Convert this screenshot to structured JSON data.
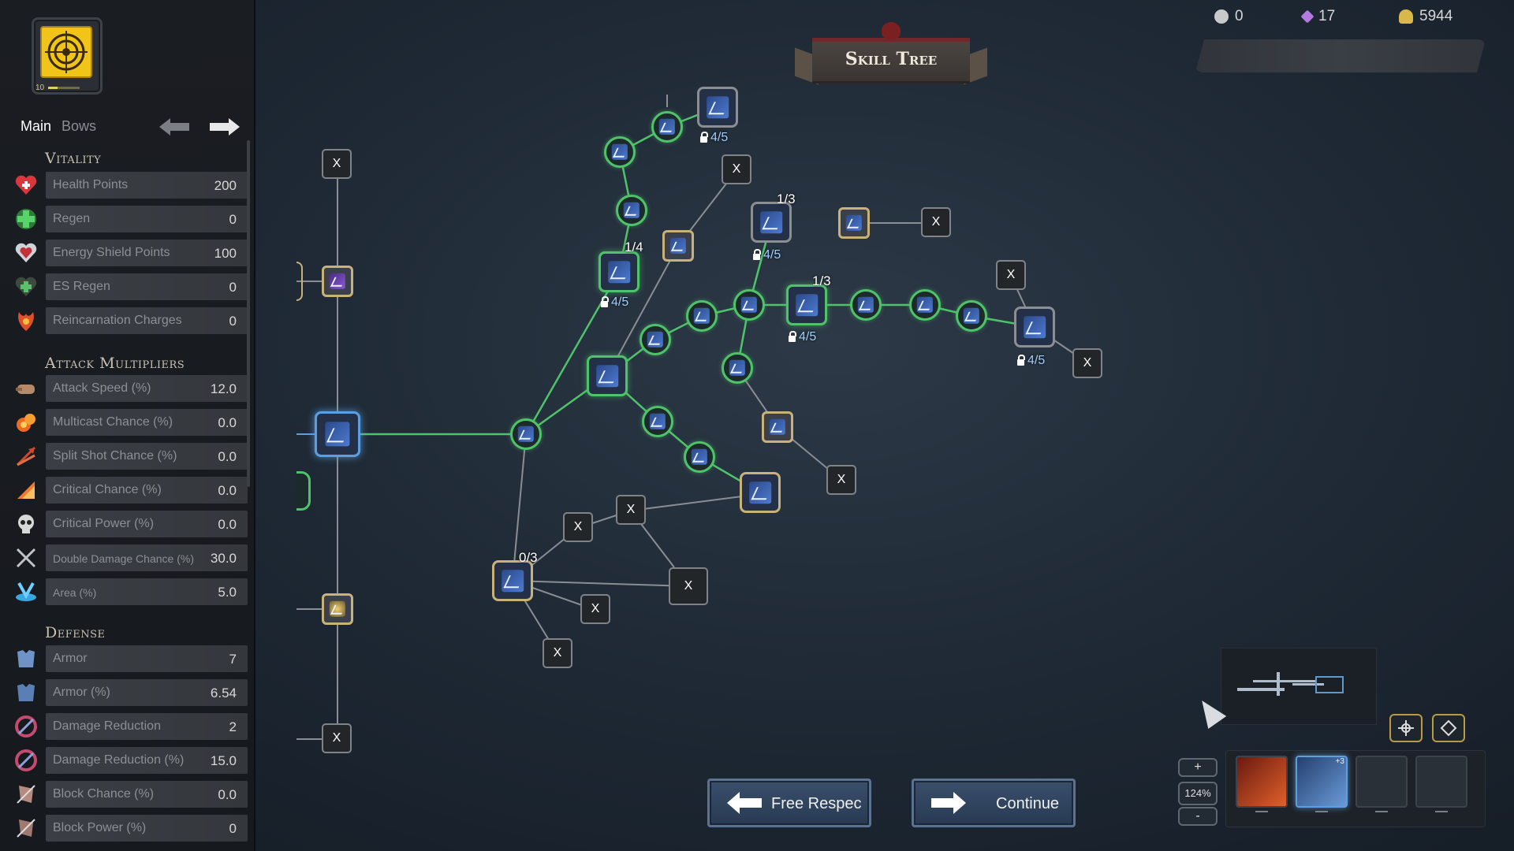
{
  "class_icon": {
    "name": "target-icon",
    "level": "10"
  },
  "tabs": {
    "main": "Main",
    "bows": "Bows"
  },
  "sections": {
    "vitality": {
      "title": "Vitality",
      "stats": [
        {
          "label": "Health Points",
          "value": "200",
          "icon": "heart-icon",
          "color": "#d9363e"
        },
        {
          "label": "Regen",
          "value": "0",
          "icon": "regen-cross-icon",
          "color": "#4cc25a"
        },
        {
          "label": "Energy Shield Points",
          "value": "100",
          "icon": "shield-heart-icon",
          "color": "#cfd3d8"
        },
        {
          "label": "ES Regen",
          "value": "0",
          "icon": "es-regen-icon",
          "color": "#5cbf6a"
        },
        {
          "label": "Reincarnation Charges",
          "value": "0",
          "icon": "phoenix-icon",
          "color": "#e0502c"
        }
      ]
    },
    "attack": {
      "title": "Attack Multipliers",
      "stats": [
        {
          "label": "Attack Speed (%)",
          "value": "12.0",
          "icon": "fist-icon",
          "color": "#b48a6a"
        },
        {
          "label": "Multicast Chance (%)",
          "value": "0.0",
          "icon": "fire-swirl-icon",
          "color": "#f06a20"
        },
        {
          "label": "Split Shot Chance (%)",
          "value": "0.0",
          "icon": "split-arrow-icon",
          "color": "#d04a2a"
        },
        {
          "label": "Critical Chance (%)",
          "value": "0.0",
          "icon": "crit-wedge-icon",
          "color": "#f07a30"
        },
        {
          "label": "Critical Power (%)",
          "value": "0.0",
          "icon": "skull-icon",
          "color": "#d8d8d8"
        },
        {
          "label": "Double Damage Chance (%)",
          "value": "30.0",
          "icon": "crossed-swords-icon",
          "color": "#bfc4c9"
        },
        {
          "label": "Area (%)",
          "value": "5.0",
          "icon": "area-vortex-icon",
          "color": "#3aa8e0"
        }
      ]
    },
    "defense": {
      "title": "Defense",
      "stats": [
        {
          "label": "Armor",
          "value": "7",
          "icon": "armor-icon",
          "color": "#6f93c7"
        },
        {
          "label": "Armor (%)",
          "value": "6.54",
          "icon": "armor-percent-icon",
          "color": "#6f93c7"
        },
        {
          "label": "Damage Reduction",
          "value": "2",
          "icon": "damage-reduction-icon",
          "color": "#c44a6e"
        },
        {
          "label": "Damage Reduction (%)",
          "value": "15.0",
          "icon": "damage-reduction-percent-icon",
          "color": "#c44a6e"
        },
        {
          "label": "Block Chance (%)",
          "value": "0.0",
          "icon": "block-shield-icon",
          "color": "#b58a80"
        },
        {
          "label": "Block Power (%)",
          "value": "0",
          "icon": "block-power-icon",
          "color": "#b58a80"
        }
      ]
    }
  },
  "title": "Skill Tree",
  "currency": [
    {
      "value": "0",
      "icon": "skull-coin-icon",
      "color": "#c9c9c9"
    },
    {
      "value": "17",
      "icon": "crystal-icon",
      "color": "#b57ae0"
    },
    {
      "value": "5944",
      "icon": "gold-pile-icon",
      "color": "#d9b84a"
    }
  ],
  "tree": {
    "x_label": "X",
    "level_labels": [
      "1/3",
      "1/4",
      "1/3",
      "0/3"
    ],
    "lock_labels": [
      "4/5",
      "4/5",
      "4/5",
      "4/5",
      "4/5"
    ]
  },
  "buttons": {
    "respec": "Free Respec",
    "continue": "Continue"
  },
  "zoom": {
    "plus": "+",
    "level": "124%",
    "minus": "-"
  },
  "hotbar": {
    "badge": "+3"
  },
  "colors": {
    "accent_green": "#4fc36a",
    "lock_blue": "#9fd0ff",
    "gold_border": "#c9b27a"
  }
}
